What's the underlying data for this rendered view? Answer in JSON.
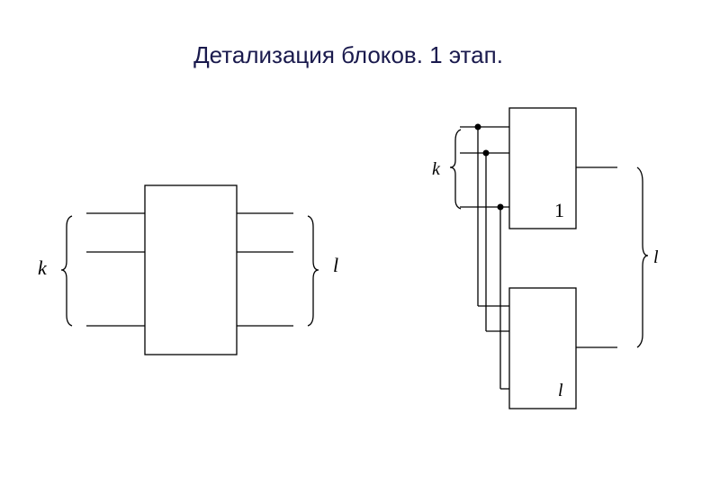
{
  "title": "Детализация блоков. 1 этап.",
  "left_diagram": {
    "input_label": "k",
    "output_label": "l"
  },
  "right_diagram": {
    "input_label": "k",
    "output_label": "l",
    "top_block_label": "1",
    "bottom_block_label": "l"
  },
  "ellipsis_glyph": "",
  "colors": {
    "title": "#1a1a4d",
    "lines": "#000000"
  }
}
